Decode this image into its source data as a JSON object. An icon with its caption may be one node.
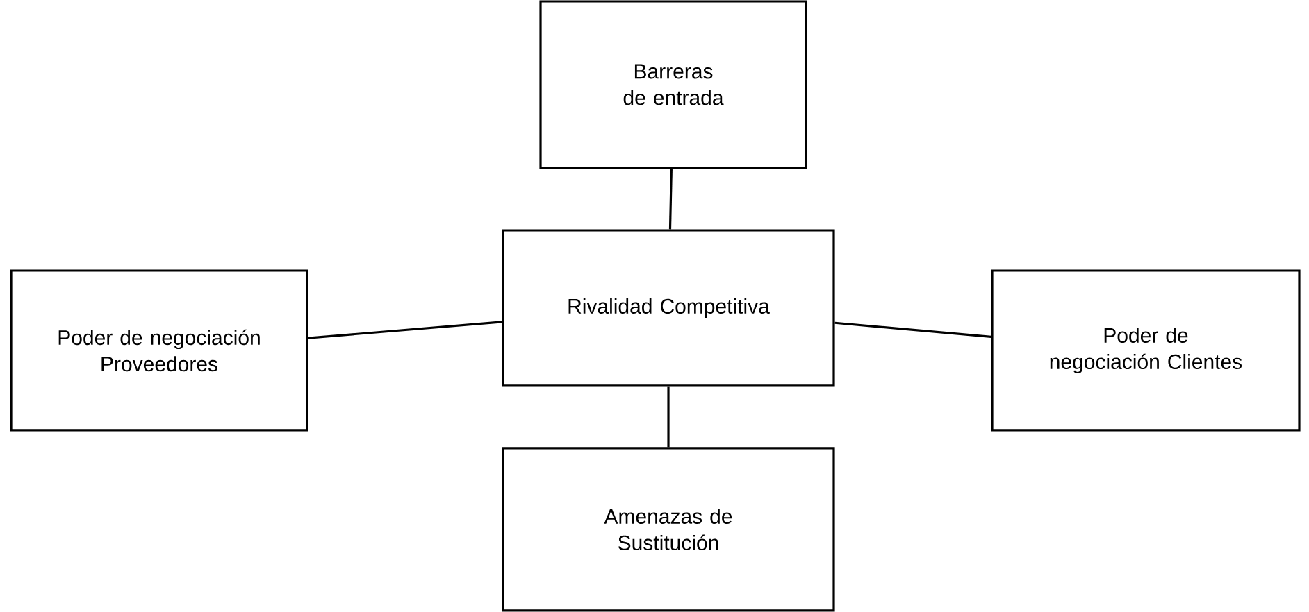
{
  "diagram": {
    "nodes": [
      {
        "text": [
          "Barreras de entrada"
        ]
      },
      {
        "text": [
          "Poder de negociación Proveedores"
        ]
      },
      {
        "text": [
          "Rivalidad Competitiva"
        ]
      },
      {
        "text": [
          "Poder de negociación Clientes"
        ]
      },
      {
        "text": [
          "Amenazas de Sustitución"
        ]
      }
    ],
    "edges": [
      {
        "from": 2,
        "to": 0,
        "arrow": "none"
      },
      {
        "from": 1,
        "to": 2,
        "arrow": "none"
      },
      {
        "from": 2,
        "to": 3,
        "arrow": "none"
      },
      {
        "from": 2,
        "to": 4,
        "arrow": "none"
      }
    ]
  }
}
